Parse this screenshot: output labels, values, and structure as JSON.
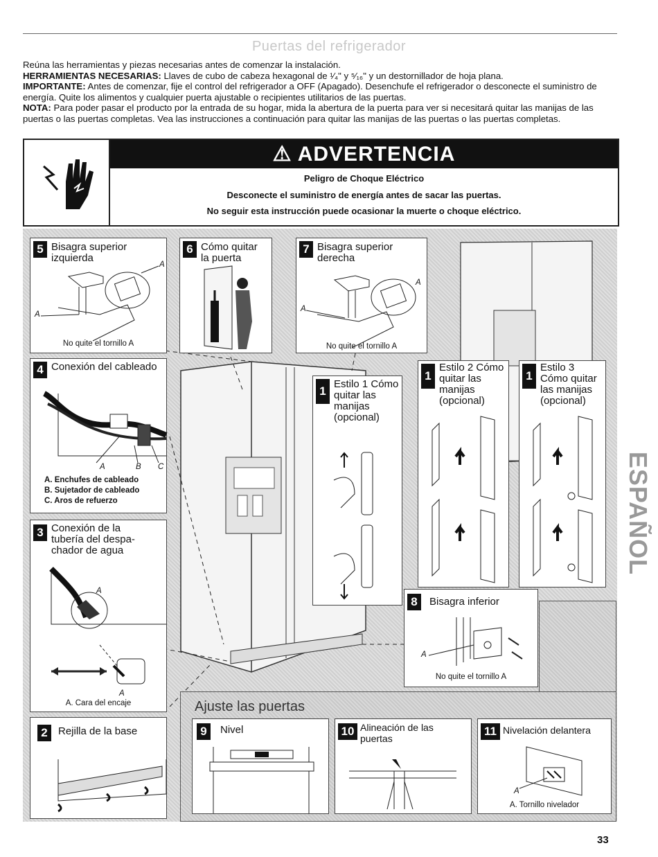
{
  "page": {
    "title": "Puertas del refrigerador",
    "page_number": "33",
    "side_tab": "ESPAÑOL"
  },
  "intro": {
    "line1": "Reúna las herramientas y piezas necesarias antes de comenzar la instalación.",
    "tools_label": "HERRAMIENTAS NECESARIAS:",
    "tools_text": " Llaves de cubo de cabeza hexagonal de ¹⁄₄\" y ⁵⁄₁₆\" y un destornillador de hoja plana.",
    "important_label": "IMPORTANTE:",
    "important_text": " Antes de comenzar, fije el control del refrigerador a OFF (Apagado). Desenchufe el refrigerador o desconecte el suministro de energía. Quite los alimentos y cualquier puerta ajustable o recipientes utilitarios de las puertas.",
    "note_label": "NOTA:",
    "note_text": " Para poder pasar el producto por la entrada de su hogar, mida la abertura de la puerta para ver si necesitará quitar las manijas de las puertas o las puertas completas. Vea las instrucciones a continuación para quitar las manijas de las puertas o las puertas completas."
  },
  "warning": {
    "heading": "ADVERTENCIA",
    "symbol": "⚠",
    "icon": "electric-shock-hand-icon",
    "line1": "Peligro de Choque Eléctrico",
    "line2": "Desconecte el suministro de energía antes de sacar las puertas.",
    "line3": "No seguir esta instrucción puede ocasionar la muerte o choque eléctrico."
  },
  "steps": {
    "s5": {
      "num": "5",
      "title": "Bisagra superior izquierda",
      "caption": "No quite el tornillo A",
      "label_a": "A"
    },
    "s6": {
      "num": "6",
      "title": "Cómo quitar la puerta"
    },
    "s7": {
      "num": "7",
      "title": "Bisagra superior derecha",
      "caption": "No quite el tornillo A",
      "label_a": "A"
    },
    "s4": {
      "num": "4",
      "title": "Conexión del cableado",
      "labels": [
        "A",
        "B",
        "C"
      ],
      "legend": [
        "A. Enchufes de cableado",
        "B. Sujetador de cableado",
        "C. Aros de refuerzo"
      ]
    },
    "s3": {
      "num": "3",
      "title": "Conexión de la tubería del despa-chador de agua",
      "label_a": "A",
      "caption": "A. Cara del encaje"
    },
    "s2": {
      "num": "2",
      "title": "Rejilla de la base"
    },
    "s1a": {
      "num": "1",
      "title": "Estilo 1 Cómo quitar las manijas (opcional)"
    },
    "s1b": {
      "num": "1",
      "title": "Estilo 2 Cómo quitar las manijas (opcional)"
    },
    "s1c": {
      "num": "1",
      "title": "Estilo 3 Cómo quitar las manijas (opcional)"
    },
    "s8": {
      "num": "8",
      "title": "Bisagra inferior",
      "caption": "No quite el tornillo A",
      "label_a": "A"
    }
  },
  "ajuste": {
    "title": "Ajuste las puertas",
    "s9": {
      "num": "9",
      "title": "Nivel"
    },
    "s10": {
      "num": "10",
      "title": "Alineación de las puertas"
    },
    "s11": {
      "num": "11",
      "title": "Nivelación delantera",
      "caption": "A. Tornillo nivelador",
      "label_a": "A"
    }
  }
}
